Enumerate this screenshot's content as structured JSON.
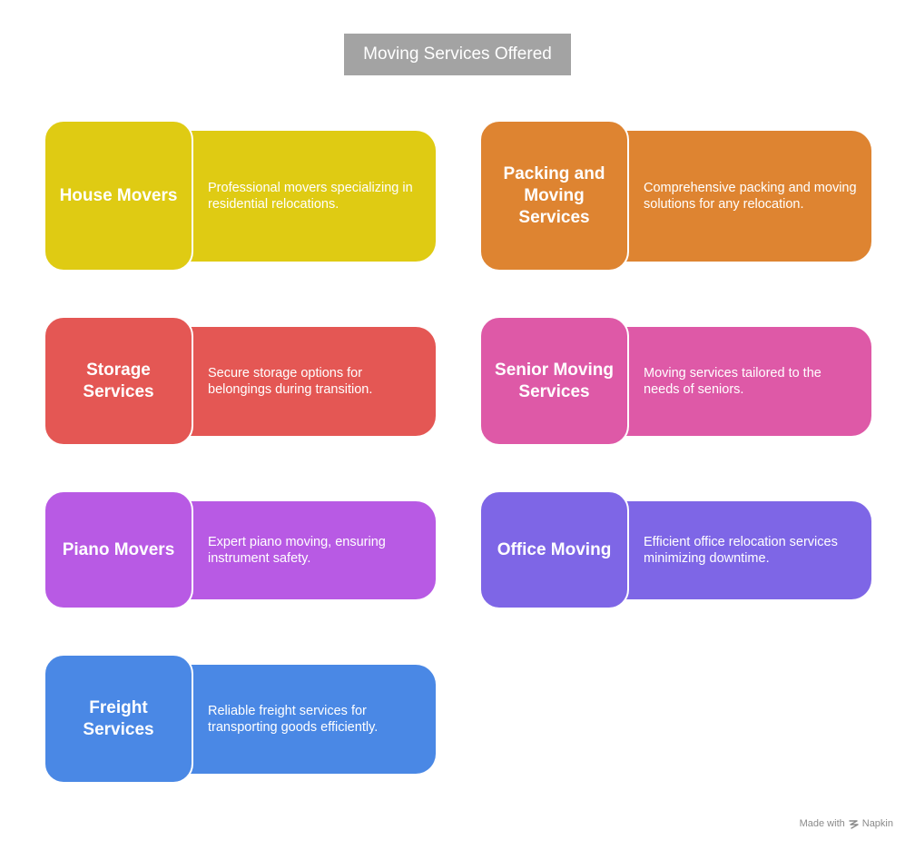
{
  "title": "Moving Services Offered",
  "services": [
    {
      "label": "House Movers",
      "description": "Professional movers specializing in residential relocations.",
      "color": "#dfcb13"
    },
    {
      "label": "Packing and Moving Services",
      "description": "Comprehensive packing and moving solutions for any relocation.",
      "color": "#de8431"
    },
    {
      "label": "Storage Services",
      "description": "Secure storage options for belongings during transition.",
      "color": "#e45754"
    },
    {
      "label": "Senior Moving Services",
      "description": "Moving services tailored to the needs of seniors.",
      "color": "#de59a7"
    },
    {
      "label": "Piano Movers",
      "description": "Expert piano moving, ensuring instrument safety.",
      "color": "#b85ae4"
    },
    {
      "label": "Office Moving",
      "description": "Efficient office relocation services minimizing downtime.",
      "color": "#7e66e6"
    },
    {
      "label": "Freight Services",
      "description": "Reliable freight services for transporting goods efficiently.",
      "color": "#4a88e5"
    }
  ],
  "watermark": {
    "prefix": "Made with",
    "brand": "Napkin",
    "icon": "napkin-logo-icon"
  }
}
